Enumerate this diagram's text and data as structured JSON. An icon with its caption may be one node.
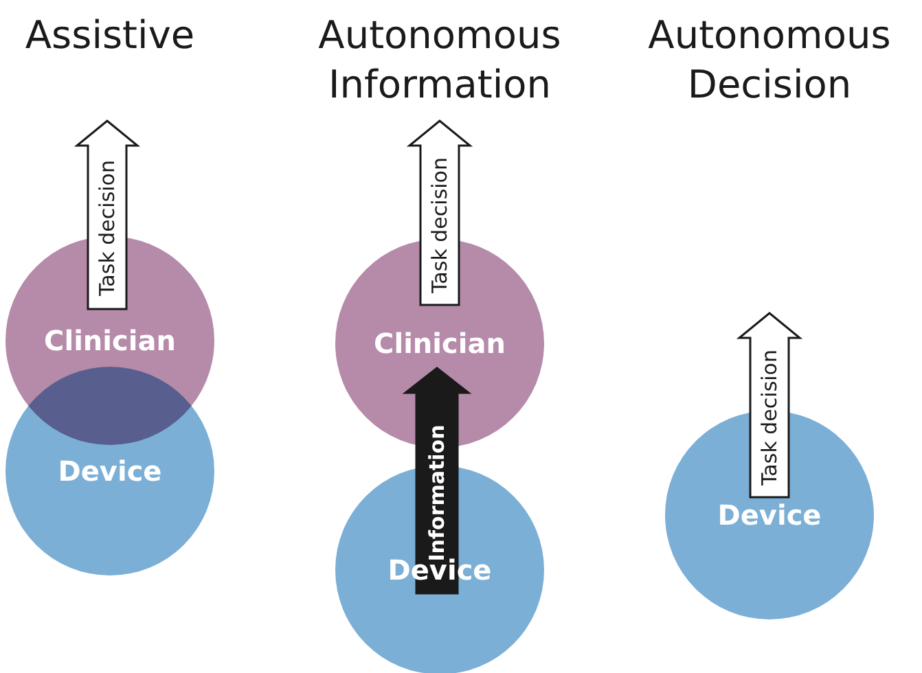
{
  "diagram": {
    "nodes": [
      {
        "text": [
          "Clinician"
        ]
      },
      {
        "text": [
          "Device"
        ]
      },
      {
        "text": [
          "Clinician"
        ]
      },
      {
        "text": [
          "Device"
        ]
      },
      {
        "text": [
          "Device"
        ]
      }
    ],
    "edges": [
      {
        "from": 0,
        "to": null,
        "arrow": "to",
        "label": "Task decision"
      },
      {
        "from": 2,
        "to": null,
        "arrow": "to",
        "label": "Task decision"
      },
      {
        "from": 3,
        "to": 2,
        "arrow": "to",
        "label": "Information",
        "style": "thick"
      },
      {
        "from": 4,
        "to": null,
        "arrow": "to",
        "label": "Task decision"
      }
    ],
    "labels": [
      "Assistive",
      "Autonomous Information",
      "Autonomous Decision"
    ]
  }
}
